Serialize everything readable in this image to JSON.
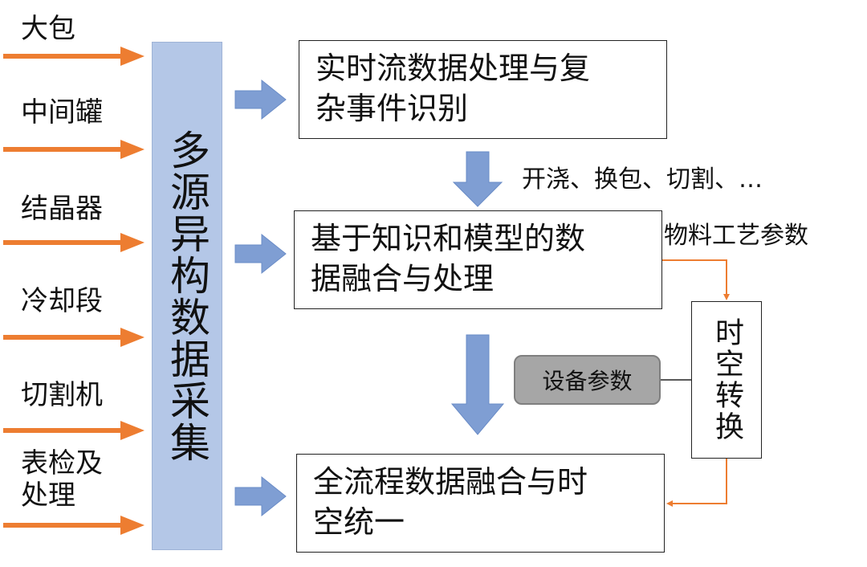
{
  "sources": [
    "大包",
    "中间罐",
    "结晶器",
    "冷却段",
    "切割机",
    "表检及\n处理"
  ],
  "collector_label": "多源异构数据采集",
  "boxes": {
    "realtime": "实时流数据处理与复\n杂事件识别",
    "fusion": "基于知识和模型的数\n据融合与处理",
    "unify": "全流程数据融合与时\n空统一"
  },
  "events_label": "开浇、换包、切割、…",
  "material_label": "物料工艺参数",
  "transform_label": "时空转换",
  "device_label": "设备参数",
  "colors": {
    "orange_arrow": "#ed7d31",
    "blue_arrow": "#7f9ed3",
    "collector_fill": "#b4c7e7",
    "device_fill": "#a6a6a6"
  }
}
